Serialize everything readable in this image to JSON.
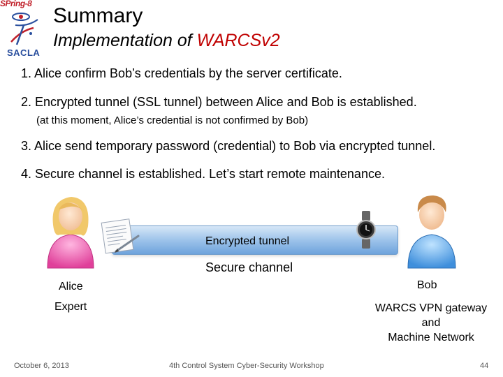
{
  "logo": {
    "top_text": "SPring-8",
    "bottom_text": "SACLA"
  },
  "title": "Summary",
  "subtitle": {
    "prefix": "Implementation of ",
    "accent": "WARCSv2",
    "accent_color": "#c00000"
  },
  "items": [
    "1. Alice confirm Bob’s credentials by the server certificate.",
    "2. Encrypted tunnel (SSL tunnel) between Alice and Bob is established.",
    "3. Alice send temporary password (credential) to Bob via encrypted tunnel.",
    "4. Secure channel is established.  Let’s start remote maintenance."
  ],
  "note": "(at this moment, Alice’s credential is not confirmed by Bob)",
  "diagram": {
    "tunnel_label": "Encrypted tunnel",
    "secure_label": "Secure channel",
    "alice": {
      "name": "Alice",
      "role": "Expert",
      "icon": "female-user-icon"
    },
    "bob": {
      "name": "Bob",
      "role_lines": [
        "WARCS VPN gateway",
        "and",
        "Machine Network"
      ],
      "icon": "male-user-icon"
    },
    "certificate_icon": "certificate-document-icon",
    "watch_icon": "wristwatch-icon"
  },
  "footer": {
    "date": "October 6, 2013",
    "event": "4th Control System Cyber-Security Workshop",
    "page": "44"
  }
}
